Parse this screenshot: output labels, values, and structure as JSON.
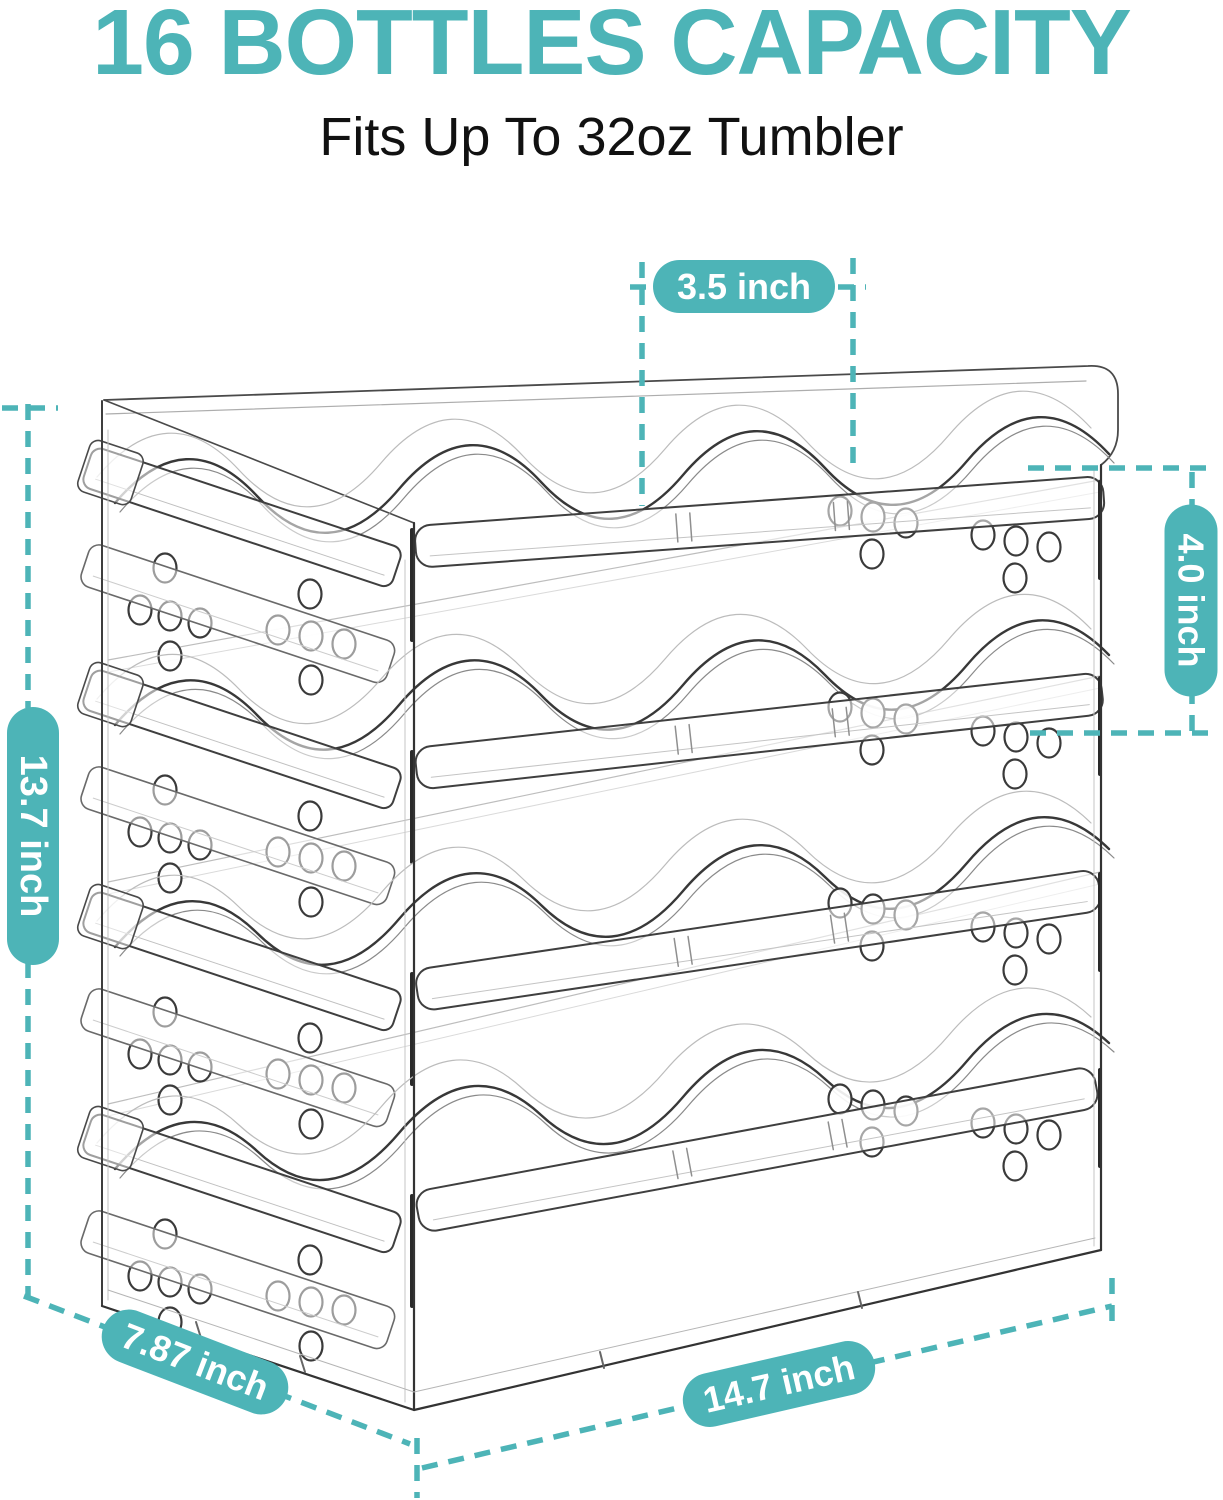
{
  "colors": {
    "accent": "#4db4b7",
    "line_art": "#3a3a3a"
  },
  "header": {
    "title": "16 BOTTLES CAPACITY",
    "subtitle": "Fits Up To 32oz Tumbler"
  },
  "dimensions": {
    "slot_width": {
      "label": "3.5 inch"
    },
    "unit_height": {
      "label": "4.0 inch"
    },
    "total_height": {
      "label": "13.7 inch"
    },
    "depth": {
      "label": "7.87 inch"
    },
    "length": {
      "label": "14.7 inch"
    }
  }
}
